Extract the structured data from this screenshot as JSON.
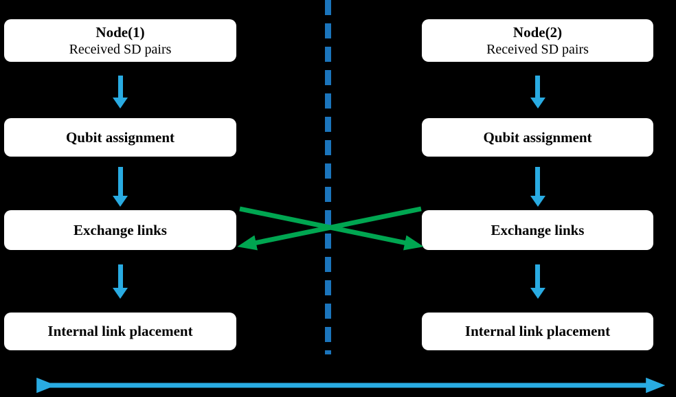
{
  "diagram_type": "flowchart",
  "colors": {
    "background": "#000000",
    "box_bg": "#ffffff",
    "box_text": "#000000",
    "arrow_blue": "#29ABE2",
    "divider_blue": "#1B75BC",
    "green": "#00A651"
  },
  "columns": [
    {
      "id": "node1",
      "header_title": "Node(1)",
      "header_subtitle": "Received SD pairs",
      "steps": [
        "Qubit assignment",
        "Exchange links",
        "Internal link placement"
      ]
    },
    {
      "id": "node2",
      "header_title": "Node(2)",
      "header_subtitle": "Received SD pairs",
      "steps": [
        "Qubit assignment",
        "Exchange links",
        "Internal link placement"
      ]
    }
  ],
  "connectors": {
    "down_arrow_count_per_column": 3,
    "cross_arrows_between": "Exchange links",
    "divider_style": "vertical dashed line between nodes",
    "bottom_arrow_style": "horizontal double-headed arrow spanning both nodes"
  }
}
